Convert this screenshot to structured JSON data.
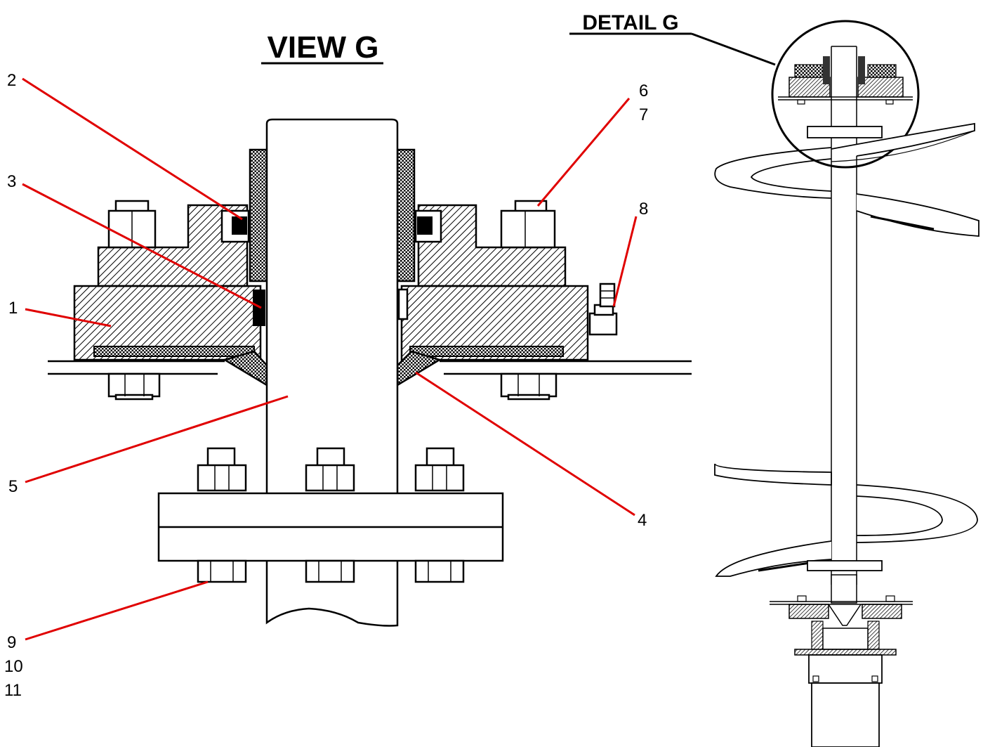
{
  "view_title": "VIEW G",
  "detail_title": "DETAIL G",
  "callouts": {
    "c1": "1",
    "c2": "2",
    "c3": "3",
    "c4": "4",
    "c5": "5",
    "c6": "6",
    "c7": "7",
    "c8": "8",
    "c9": "9",
    "c10": "10",
    "c11": "11"
  },
  "colors": {
    "leader": "#e00000",
    "line": "#000000"
  }
}
